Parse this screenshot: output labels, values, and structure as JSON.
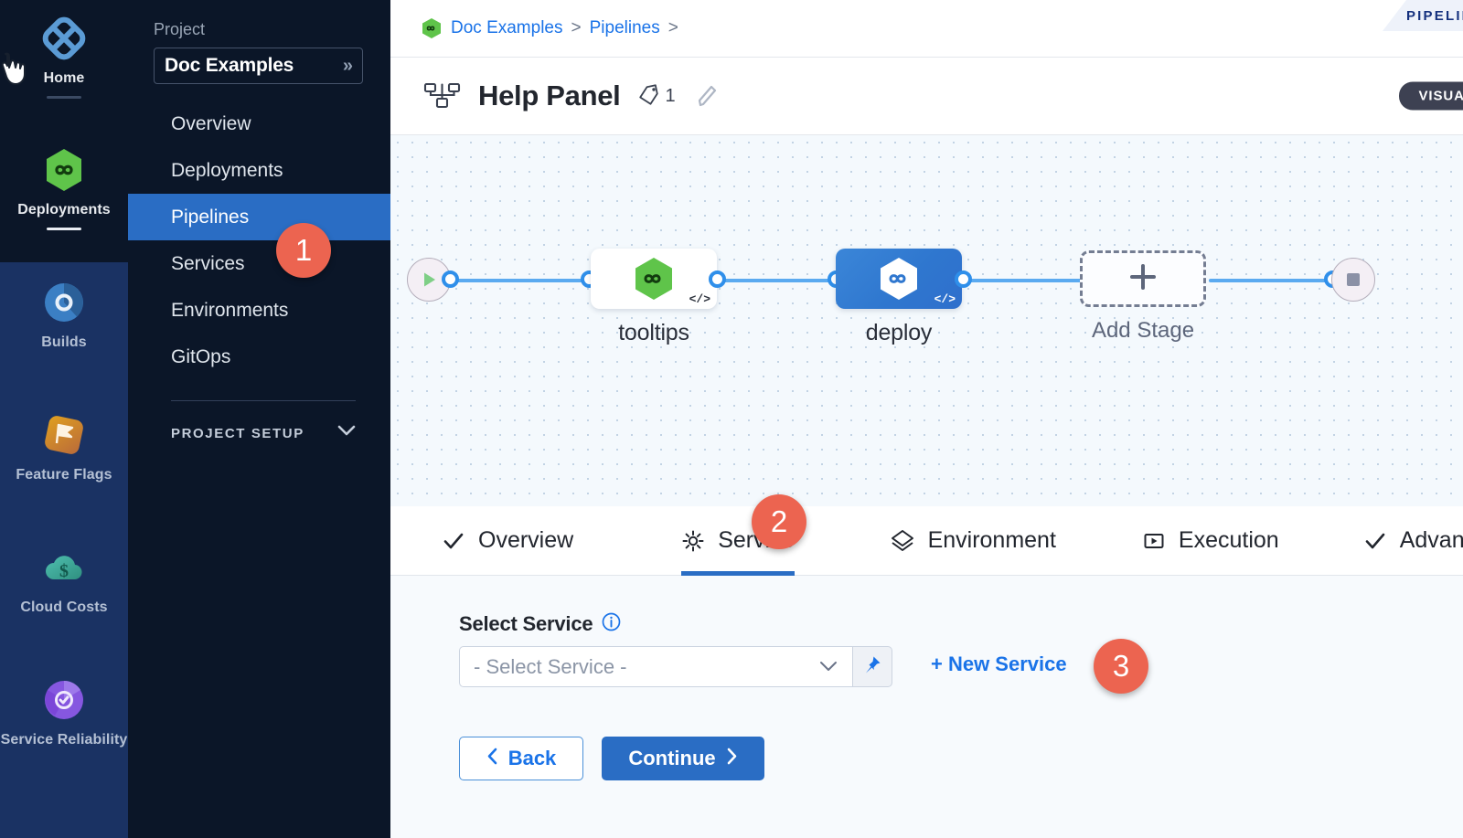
{
  "module_rail": {
    "items": [
      {
        "label": "Home",
        "icon": "home-diamond-icon",
        "state": "active-dark",
        "underline": "dim"
      },
      {
        "label": "Deployments",
        "icon": "deployments-hexagon-icon",
        "state": "active-dark",
        "underline": "bright"
      },
      {
        "label": "Builds",
        "icon": "builds-circle-icon",
        "state": "dim"
      },
      {
        "label": "Feature Flags",
        "icon": "feature-flags-icon",
        "state": "dim"
      },
      {
        "label": "Cloud Costs",
        "icon": "cloud-costs-icon",
        "state": "dim"
      },
      {
        "label": "Service Reliability",
        "icon": "service-reliability-icon",
        "state": "dim"
      }
    ]
  },
  "project_nav": {
    "section_label": "Project",
    "project_name": "Doc Examples",
    "project_chevron": "»",
    "items": [
      {
        "label": "Overview",
        "active": false
      },
      {
        "label": "Deployments",
        "active": false
      },
      {
        "label": "Pipelines",
        "active": true
      },
      {
        "label": "Services",
        "active": false
      },
      {
        "label": "Environments",
        "active": false
      },
      {
        "label": "GitOps",
        "active": false
      }
    ],
    "setup_label": "PROJECT SETUP",
    "setup_chevron": "chevron-down-icon"
  },
  "header": {
    "breadcrumb": [
      {
        "label": "Doc Examples",
        "icon": "project-hexagon-icon"
      },
      {
        "label": "Pipelines",
        "icon": null
      }
    ],
    "breadcrumb_separator": ">",
    "studio_tab": "PIPELINE",
    "title": "Help Panel",
    "title_icon": "pipeline-nodes-icon",
    "tag_icon": "tag-icon",
    "tag_count": "1",
    "edit_icon": "pencil-icon",
    "mode_badge": "VISUAL"
  },
  "canvas": {
    "start_icon": "play-icon",
    "end_icon": "stop-square-icon",
    "nodes": [
      {
        "label": "tooltips",
        "style": "white",
        "icon": "harness-hexagon-green-icon",
        "code_badge": "</>"
      },
      {
        "label": "deploy",
        "style": "blue",
        "icon": "harness-hexagon-white-icon",
        "code_badge": "</>"
      }
    ],
    "add_stage": {
      "label": "Add Stage",
      "icon": "plus-icon"
    }
  },
  "step_tabs": [
    {
      "label": "Overview",
      "icon": "check-icon",
      "active": false
    },
    {
      "label": "Service",
      "icon": "gear-icon",
      "active": true
    },
    {
      "label": "Environment",
      "icon": "layers-diamond-icon",
      "active": false
    },
    {
      "label": "Execution",
      "icon": "play-box-icon",
      "active": false
    },
    {
      "label": "Advanced",
      "icon": "check-icon",
      "active": false
    }
  ],
  "form": {
    "select_service_label": "Select Service",
    "info_icon": "info-icon",
    "select_placeholder": "- Select Service -",
    "dropdown_icon": "chevron-down-icon",
    "pin_icon": "pin-icon",
    "new_service_label": "+ New Service",
    "back_label": "Back",
    "back_icon": "chevron-left-icon",
    "continue_label": "Continue",
    "continue_icon": "chevron-right-icon"
  },
  "callouts": [
    {
      "number": "1",
      "target": "sidebar-item-pipelines"
    },
    {
      "number": "2",
      "target": "tab-service"
    },
    {
      "number": "3",
      "target": "new-service-link"
    }
  ],
  "colors": {
    "accent_blue": "#2a6dc4",
    "link_blue": "#1a73e8",
    "callout_red": "#ec6450",
    "rail_dark": "#0b1628",
    "rail_blue": "#1a3263",
    "harness_green": "#5fc44a"
  }
}
